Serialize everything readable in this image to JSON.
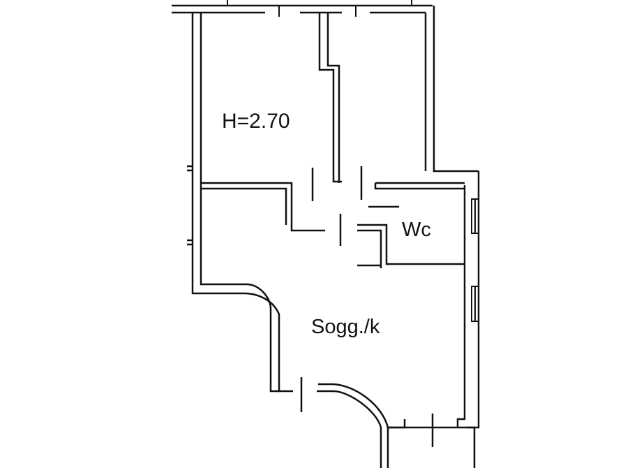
{
  "floorplan": {
    "rooms": {
      "bedroom": {
        "label": "H=2.70"
      },
      "wc": {
        "label": "Wc"
      },
      "living": {
        "label": "Sogg./k"
      }
    },
    "colors": {
      "wall": "#111111",
      "background": "#ffffff"
    }
  }
}
